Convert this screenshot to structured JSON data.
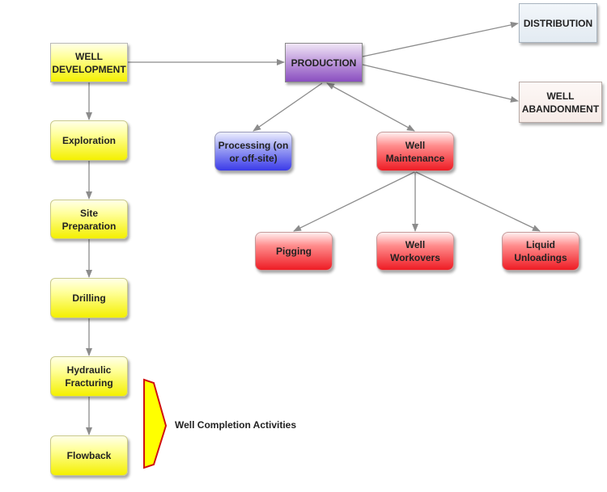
{
  "nodes": {
    "well_development": {
      "line1": "WELL",
      "line2": "DEVELOPMENT"
    },
    "exploration": {
      "line1": "Exploration"
    },
    "site_preparation": {
      "line1": "Site",
      "line2": "Preparation"
    },
    "drilling": {
      "line1": "Drilling"
    },
    "hydraulic_fracturing": {
      "line1": "Hydraulic",
      "line2": "Fracturing"
    },
    "flowback": {
      "line1": "Flowback"
    },
    "production": {
      "line1": "PRODUCTION"
    },
    "distribution": {
      "line1": "DISTRIBUTION"
    },
    "well_abandonment": {
      "line1": "WELL",
      "line2": "ABANDONMENT"
    },
    "processing": {
      "line1": "Processing (on",
      "line2": "or off-site)"
    },
    "well_maintenance": {
      "line1": "Well",
      "line2": "Maintenance"
    },
    "pigging": {
      "line1": "Pigging"
    },
    "well_workovers": {
      "line1": "Well",
      "line2": "Workovers"
    },
    "liquid_unloadings": {
      "line1": "Liquid",
      "line2": "Unloadings"
    }
  },
  "brace_label": "Well Completion Activities",
  "colors": {
    "yellow": "#f4f000",
    "purple": "#8a4fc0",
    "blue": "#3a3ae8",
    "red": "#ee1c24",
    "connector": "#8c8c8c",
    "brace_fill": "#ffff00",
    "brace_stroke": "#d01010"
  }
}
